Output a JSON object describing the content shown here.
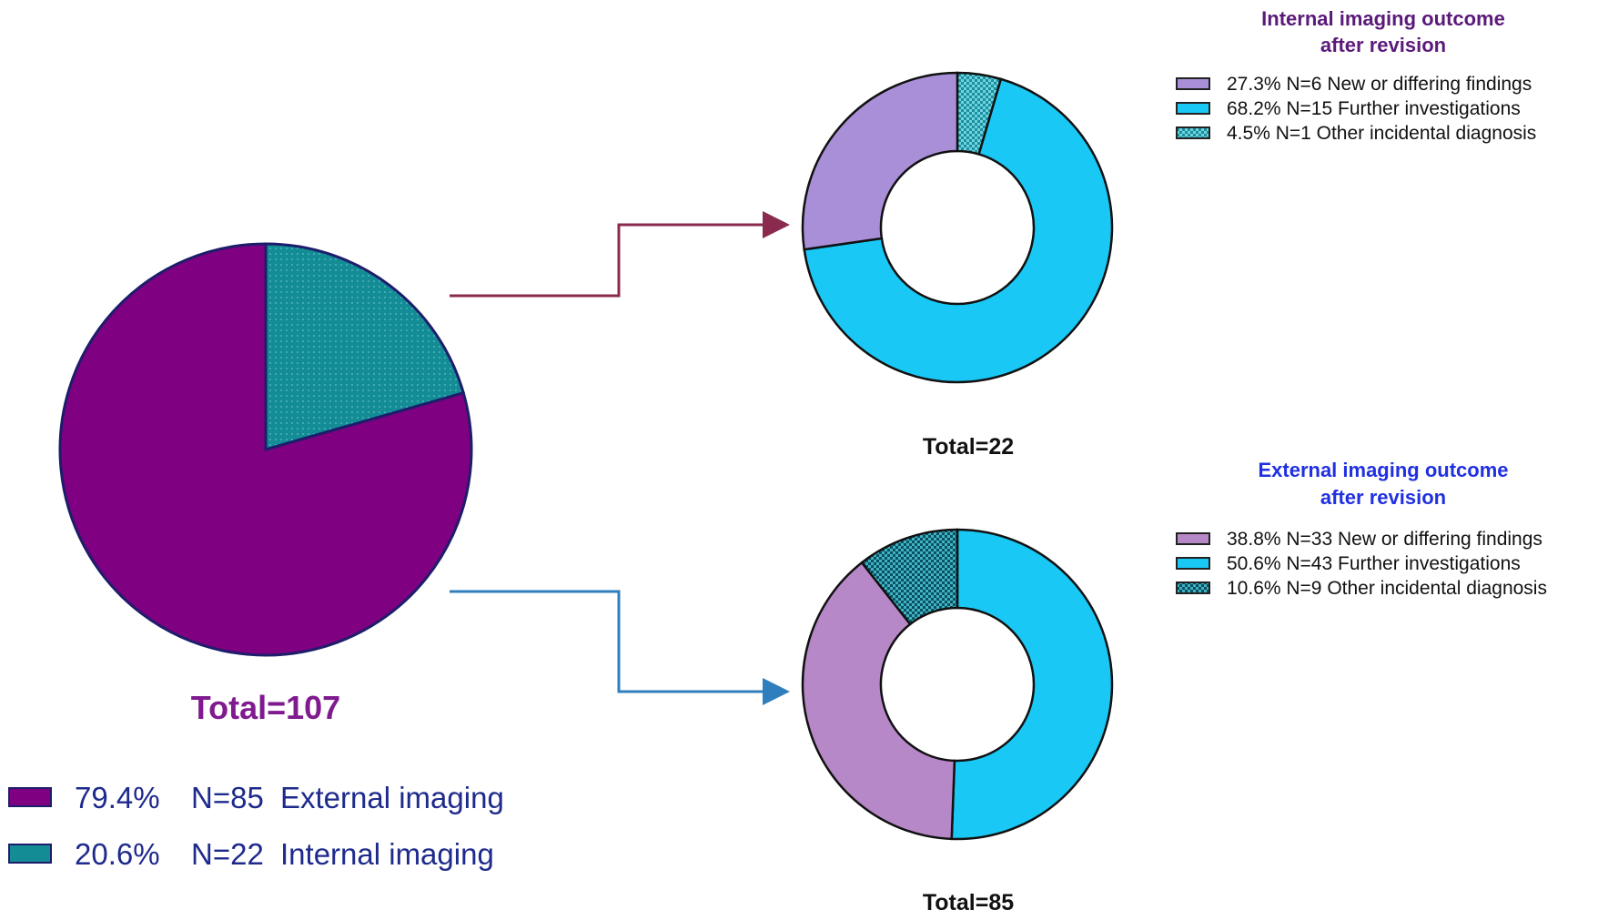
{
  "colors": {
    "external": "#7f0080",
    "internal": "#138c95",
    "new_findings_int": "#a98fd8",
    "new_findings_ext": "#b788c8",
    "further_inv": "#19c8f5",
    "other_incidental": "#1a8fa0",
    "pie_outline": "#1d1d6b",
    "arrow_internal": "#8a2a4e",
    "arrow_external": "#2f7fbe",
    "title_internal": "#5b1a7a",
    "title_external": "#2030e0",
    "total_main": "#7f1a8f",
    "legend_main": "#1e2a8c"
  },
  "chart_data": [
    {
      "type": "pie",
      "categories": [
        "External imaging",
        "Internal imaging"
      ],
      "values": [
        85,
        22
      ],
      "percents": [
        79.4,
        20.6
      ],
      "total_label": "Total=107",
      "legend": [
        {
          "pct": "79.4%",
          "n": "N=85",
          "label": "External imaging"
        },
        {
          "pct": "20.6%",
          "n": "N=22",
          "label": "Internal imaging"
        }
      ],
      "legend_placement": "bottom-left"
    },
    {
      "type": "pie",
      "donut": true,
      "title": [
        "Internal imaging outcome",
        "after revision"
      ],
      "categories": [
        "New or differing findings",
        "Further investigations",
        "Other incidental diagnosis"
      ],
      "values": [
        6,
        15,
        1
      ],
      "percents": [
        27.3,
        68.2,
        4.5
      ],
      "total_label": "Total=22",
      "legend": [
        {
          "text": "27.3% N=6 New or differing findings"
        },
        {
          "text": "68.2% N=15 Further investigations"
        },
        {
          "text": "4.5% N=1 Other incidental diagnosis"
        }
      ],
      "legend_placement": "top-right"
    },
    {
      "type": "pie",
      "donut": true,
      "title": [
        "External imaging outcome",
        "after revision"
      ],
      "categories": [
        "New or differing findings",
        "Further investigations",
        "Other incidental diagnosis"
      ],
      "values": [
        33,
        43,
        9
      ],
      "percents": [
        38.8,
        50.6,
        10.6
      ],
      "total_label": "Total=85",
      "legend": [
        {
          "text": "38.8% N=33 New or differing findings"
        },
        {
          "text": "50.6% N=43 Further investigations"
        },
        {
          "text": "10.6% N=9 Other incidental diagnosis"
        }
      ],
      "legend_placement": "right"
    }
  ]
}
